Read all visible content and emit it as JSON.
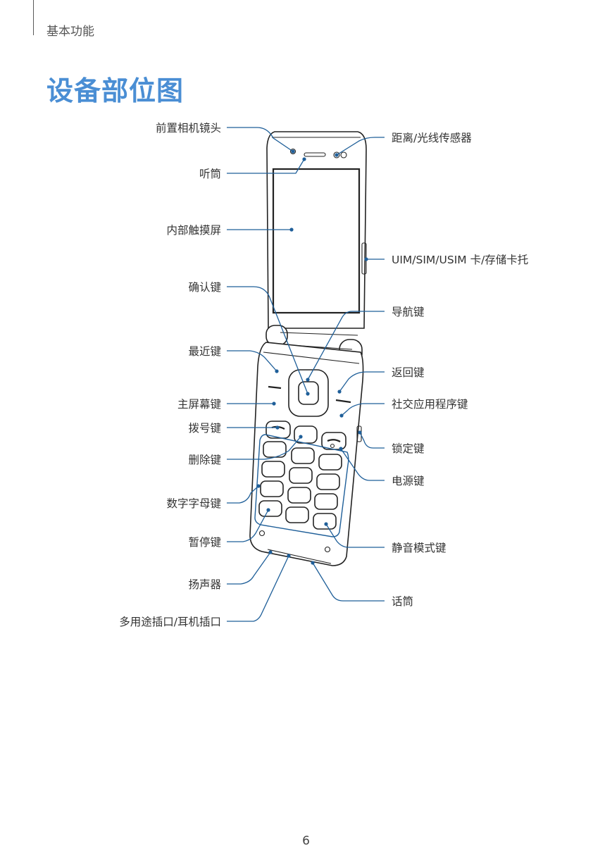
{
  "header": {
    "section": "基本功能"
  },
  "title": "设备部位图",
  "page_number": "6",
  "labels": {
    "front_camera": "前置相机镜头",
    "earpiece": "听筒",
    "inner_touchscreen": "内部触摸屏",
    "ok_key": "确认键",
    "recent_key": "最近键",
    "home_key": "主屏幕键",
    "call_key": "拨号键",
    "delete_key": "删除键",
    "alphanumeric_keys": "数字字母键",
    "pause_key": "暂停键",
    "speaker": "扬声器",
    "multipurpose_jack": "多用途插口/耳机插口",
    "proximity_sensor": "距离/光线传感器",
    "sim_tray": "UIM/SIM/USIM 卡/存储卡托",
    "navigation_key": "导航键",
    "back_key": "返回键",
    "social_apps_key": "社交应用程序键",
    "lock_key": "锁定键",
    "power_key": "电源键",
    "silent_mode_key": "静音模式键",
    "microphone": "话筒"
  },
  "colors": {
    "title": "#4a8ed4",
    "leader": "#1f5f99",
    "outline": "#222222"
  }
}
